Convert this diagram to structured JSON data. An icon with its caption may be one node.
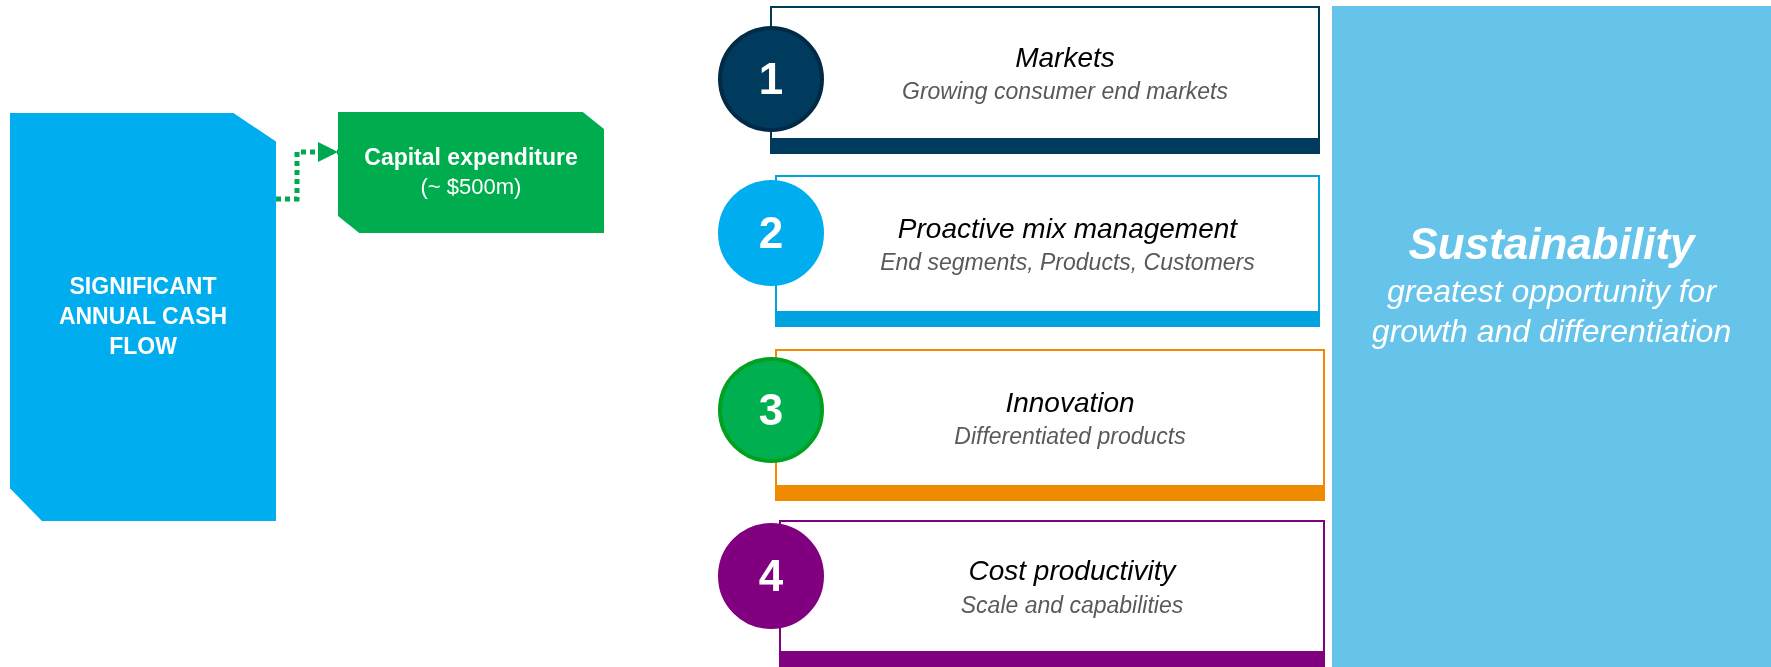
{
  "diagram": {
    "nodes": [
      {
        "text": [
          "SIGNIFICANT ANNUAL CASH FLOW"
        ]
      },
      {
        "text": [
          "Capital expenditure",
          "(~ $500m)"
        ]
      },
      {
        "text": [
          "1"
        ]
      },
      {
        "text": [
          "Markets",
          "Growing consumer end markets"
        ]
      },
      {
        "text": [
          "2"
        ]
      },
      {
        "text": [
          "Proactive mix management",
          "End segments, Products, Customers"
        ]
      },
      {
        "text": [
          "3"
        ]
      },
      {
        "text": [
          "Innovation",
          "Differentiated products"
        ]
      },
      {
        "text": [
          "4"
        ]
      },
      {
        "text": [
          "Cost productivity",
          "Scale and capabilities"
        ]
      },
      {
        "text": [
          "Sustainability",
          "greatest opportunity for growth and differentiation"
        ]
      }
    ],
    "edges": [
      {
        "from": 0,
        "to": 1,
        "arrow": "to",
        "style": "dashed",
        "color": "#00a94f"
      }
    ]
  }
}
